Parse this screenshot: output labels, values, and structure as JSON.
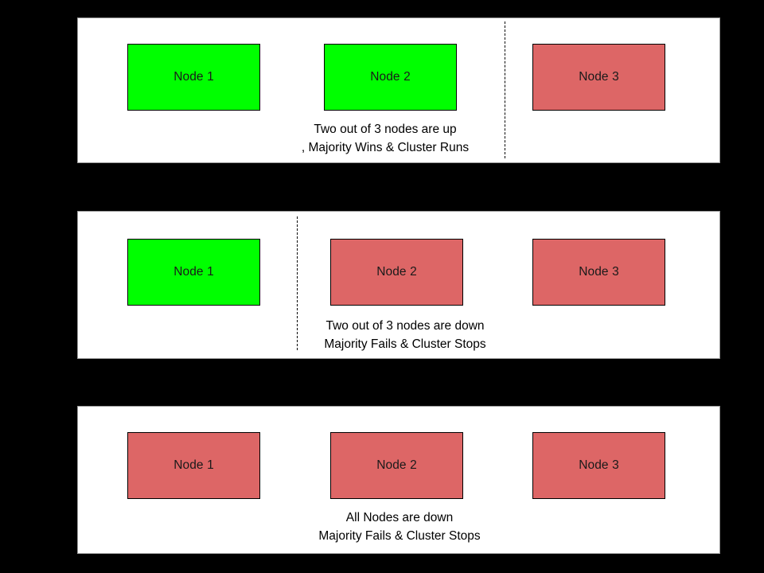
{
  "diagram": {
    "background_color": "#000000",
    "panel_background": "#ffffff",
    "node_up_color": "#00ff00",
    "node_down_color": "#dd6666",
    "border_color": "#000000"
  },
  "panels": [
    {
      "id": "panel-majority-up",
      "has_divider": true,
      "nodes": [
        {
          "label": "Node 1",
          "state": "up"
        },
        {
          "label": "Node 2",
          "state": "up"
        },
        {
          "label": "Node 3",
          "state": "down"
        }
      ],
      "caption": {
        "line1": "Two out of 3 nodes are up",
        "line2": ", Majority Wins & Cluster Runs"
      }
    },
    {
      "id": "panel-majority-down",
      "has_divider": true,
      "nodes": [
        {
          "label": "Node 1",
          "state": "up"
        },
        {
          "label": "Node 2",
          "state": "down"
        },
        {
          "label": "Node 3",
          "state": "down"
        }
      ],
      "caption": {
        "line1": "Two out of 3 nodes are down",
        "line2": "Majority Fails & Cluster Stops"
      }
    },
    {
      "id": "panel-all-down",
      "has_divider": false,
      "nodes": [
        {
          "label": "Node 1",
          "state": "down"
        },
        {
          "label": "Node 2",
          "state": "down"
        },
        {
          "label": "Node 3",
          "state": "down"
        }
      ],
      "caption": {
        "line1": "All Nodes are down",
        "line2": "Majority Fails & Cluster Stops"
      }
    }
  ]
}
